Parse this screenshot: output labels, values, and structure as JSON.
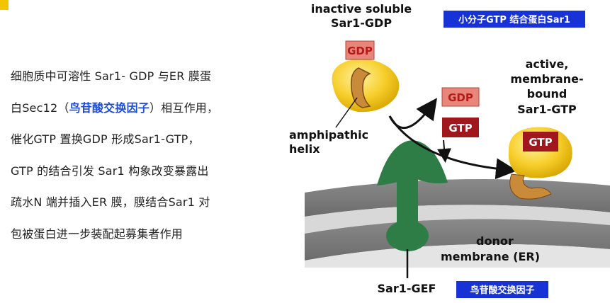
{
  "text_panel": {
    "line1": "细胞质中可溶性 Sar1- GDP 与ER 膜蛋",
    "line2_prefix": "白Sec12（",
    "line2_highlight": "鸟苷酸交换因子",
    "line2_suffix": "）相互作用，",
    "line3": "催化GTP 置换GDP 形成Sar1-GTP，",
    "line4": "GTP 的结合引发 Sar1 构象改变暴露出",
    "line5": "疏水N 端并插入ER 膜，膜结合Sar1 对",
    "line6": "包被蛋白进一步装配起募集者作用",
    "highlight_color": "#1f4fd8"
  },
  "diagram": {
    "inactive_title_1": "inactive soluble",
    "inactive_title_2": "Sar1-GDP",
    "gdp_label": "GDP",
    "gdp_released_label": "GDP",
    "gtp_incoming_label": "GTP",
    "gtp_bound_label": "GTP",
    "active_1": "active,",
    "active_2": "membrane-",
    "active_3": "bound",
    "active_4": "Sar1-GTP",
    "amph_1": "amphipathic",
    "amph_2": "helix",
    "donor_1": "donor",
    "donor_2": "membrane (ER)",
    "gef_label": "Sar1-GEF",
    "tag_small_gtp_protein": "小分子GTP 结合蛋白Sar1",
    "tag_gef": "鸟苷酸交换因子",
    "colors": {
      "tag_blue": "#1733d6",
      "gdp_box": "#e8867b",
      "gtp_box": "#a0171e",
      "protein_yellow": "#f7cf2c",
      "helix_tan": "#c98a3a",
      "gef_green": "#2f7d46",
      "membrane_gray": "#7d7d7d"
    }
  }
}
